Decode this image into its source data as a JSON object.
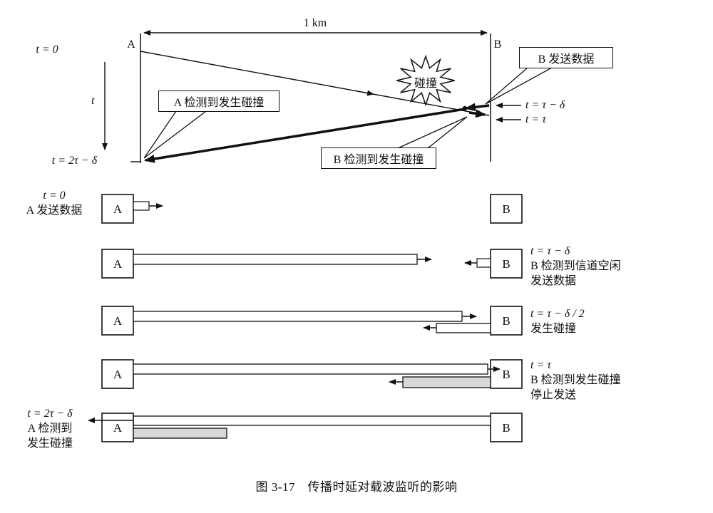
{
  "nodes": {
    "a": "A",
    "b": "B"
  },
  "colors": {
    "ink": "#111111",
    "shade": "#d8d8d8"
  },
  "top": {
    "distance": "1 km",
    "t0": "t = 0",
    "t_axis": "t",
    "t_tau_minus_delta": "t = τ − δ",
    "t_tau": "t = τ",
    "t_2tau_minus_delta": "t = 2τ − δ",
    "collision_burst": "碰撞",
    "callout_b_send": "B 发送数据",
    "callout_a_detect": "A 检测到发生碰撞",
    "callout_b_detect": "B 检测到发生碰撞"
  },
  "rows": [
    {
      "left": [
        "t = 0",
        "A 发送数据"
      ],
      "right": []
    },
    {
      "left": [],
      "right": [
        "t = τ − δ",
        "B 检测到信道空闲",
        "发送数据"
      ]
    },
    {
      "left": [],
      "right": [
        "t = τ − δ / 2",
        "发生碰撞"
      ]
    },
    {
      "left": [],
      "right": [
        "t = τ",
        "B 检测到发生碰撞",
        "停止发送"
      ]
    },
    {
      "left": [
        "t = 2τ − δ",
        "A 检测到",
        "发生碰撞"
      ],
      "right": []
    }
  ],
  "caption": "图 3-17　传播时延对载波监听的影响"
}
